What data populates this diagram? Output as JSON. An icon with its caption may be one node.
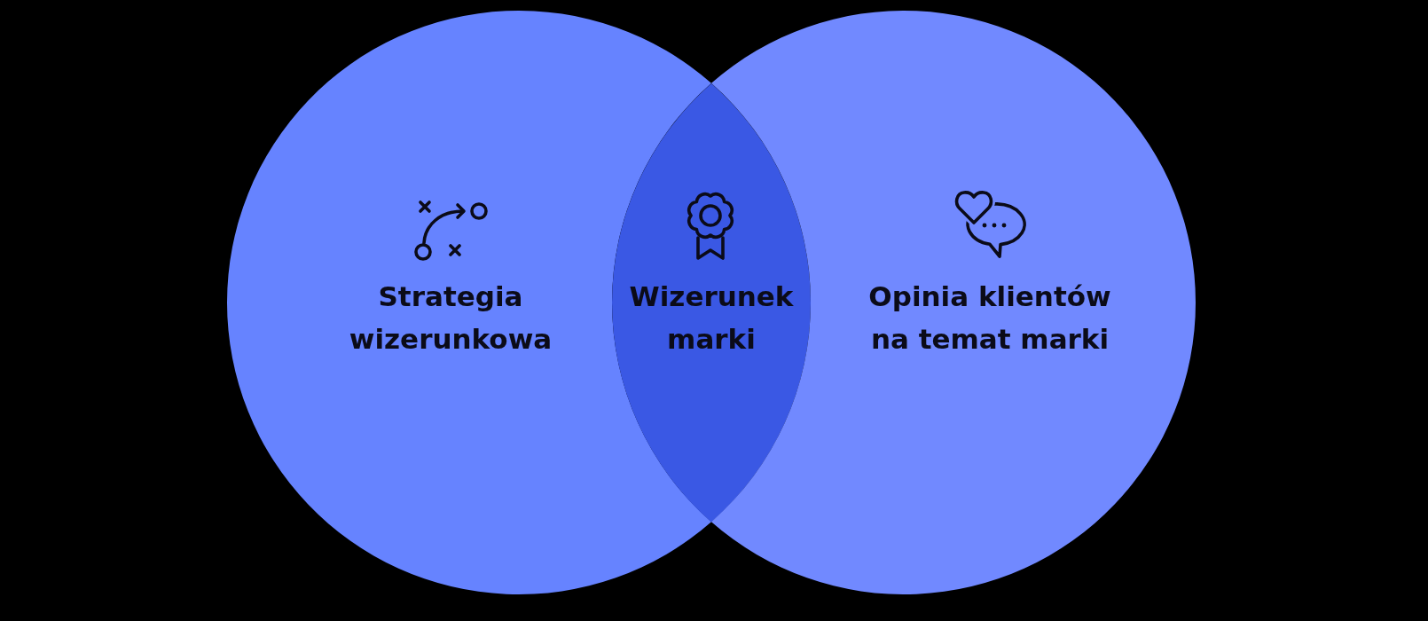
{
  "diagram": {
    "nodes": [
      {
        "text": [
          "Strategia wizerunkowa"
        ]
      },
      {
        "text": [
          "Wizerunek marki"
        ]
      },
      {
        "text": [
          "Opinia klientów na temat marki"
        ]
      }
    ]
  }
}
